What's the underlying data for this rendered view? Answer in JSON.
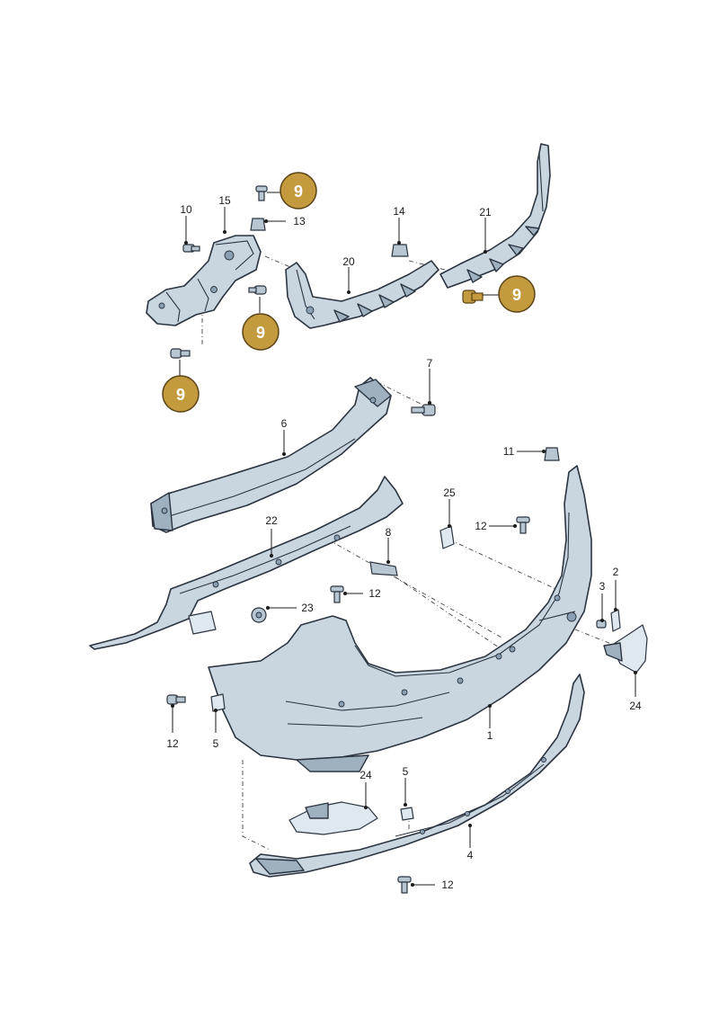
{
  "callouts": [
    {
      "id": "c10",
      "label": "10"
    },
    {
      "id": "c15",
      "label": "15"
    },
    {
      "id": "c13",
      "label": "13"
    },
    {
      "id": "c14",
      "label": "14"
    },
    {
      "id": "c20",
      "label": "20"
    },
    {
      "id": "c21",
      "label": "21"
    },
    {
      "id": "c7",
      "label": "7"
    },
    {
      "id": "c6",
      "label": "6"
    },
    {
      "id": "c11",
      "label": "11"
    },
    {
      "id": "c25",
      "label": "25"
    },
    {
      "id": "c12a",
      "label": "12"
    },
    {
      "id": "c22",
      "label": "22"
    },
    {
      "id": "c8",
      "label": "8"
    },
    {
      "id": "c2",
      "label": "2"
    },
    {
      "id": "c3",
      "label": "3"
    },
    {
      "id": "c12b",
      "label": "12"
    },
    {
      "id": "c23",
      "label": "23"
    },
    {
      "id": "c24a",
      "label": "24"
    },
    {
      "id": "c12c",
      "label": "12"
    },
    {
      "id": "c5a",
      "label": "5"
    },
    {
      "id": "c1",
      "label": "1"
    },
    {
      "id": "c24b",
      "label": "24"
    },
    {
      "id": "c5b",
      "label": "5"
    },
    {
      "id": "c4",
      "label": "4"
    },
    {
      "id": "c12d",
      "label": "12"
    }
  ],
  "badges": [
    {
      "id": "b1",
      "label": "9"
    },
    {
      "id": "b2",
      "label": "9"
    },
    {
      "id": "b3",
      "label": "9"
    },
    {
      "id": "b4",
      "label": "9"
    }
  ],
  "colors": {
    "part": "#c9d6e0",
    "badge": "#c49a3e",
    "line": "#2b3440"
  }
}
